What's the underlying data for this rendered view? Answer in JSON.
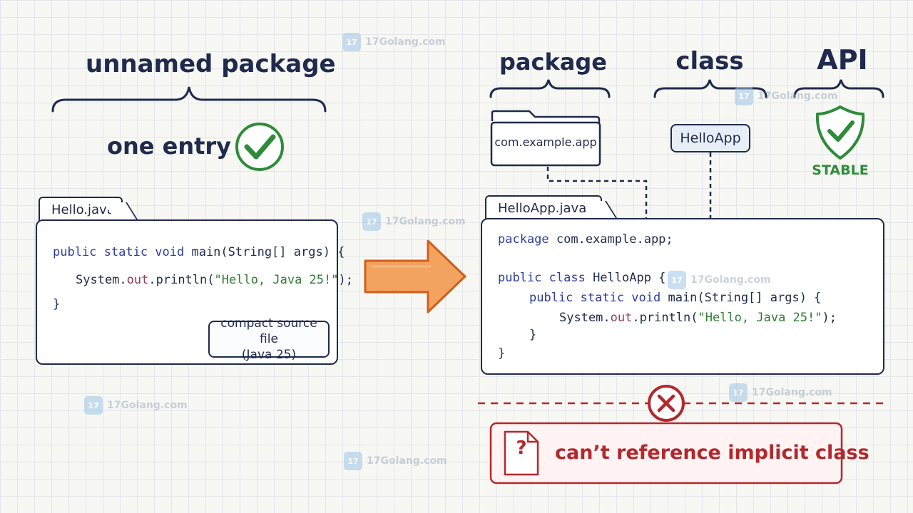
{
  "left": {
    "heading": "unnamed package",
    "entry_label": "one entry",
    "file_tab": "Hello.java",
    "code": {
      "line1": {
        "kw": "public static void",
        "rest": " main(String[] args) {"
      },
      "line2": {
        "pre": "System.",
        "field": "out",
        "mid": ".println(",
        "str": "\"Hello, Java 25!\"",
        "end": ");"
      },
      "line3": "}"
    },
    "note": {
      "line1": "compact source file",
      "line2": "(Java 25)"
    }
  },
  "right": {
    "headings": {
      "package": "package",
      "class": "class",
      "api": "API"
    },
    "package_name": "com.example.app",
    "class_name": "HelloApp",
    "stable_label": "STABLE",
    "file_tab": "HelloApp.java",
    "code": {
      "l1": {
        "kw": "package",
        "rest": " com.example.app;"
      },
      "l2": {
        "kw": "public class",
        "rest": " HelloApp {"
      },
      "l3": {
        "kw": "public static void",
        "rest": " main(String[] args) {"
      },
      "l4": {
        "pre": "System.",
        "field": "out",
        "mid": ".println(",
        "str": "\"Hello, Java 25!\"",
        "end": ");"
      },
      "l5": "}",
      "l6": "}"
    },
    "error_text": "can’t reference implicit class",
    "error_icon_glyph": "?"
  },
  "watermark": {
    "text": "17Golang.com",
    "logo_glyph": "17"
  },
  "colors": {
    "ink": "#1f2a4d",
    "green": "#2e8b3a",
    "red": "#b3282d",
    "orange": "#e0772a"
  }
}
